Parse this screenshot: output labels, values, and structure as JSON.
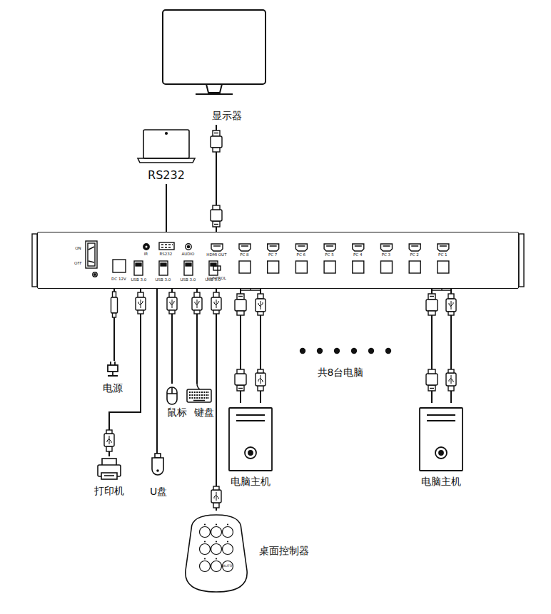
{
  "diagram": {
    "nodes": [
      {
        "text": [
          "显示器"
        ]
      },
      {
        "text": [
          "RS232"
        ]
      },
      {
        "text": [
          "ON",
          "OFF",
          "DC 12V",
          "IR",
          "RS232",
          "AUDIO",
          "USB 3.0",
          "USB 3.0",
          "USB 3.0",
          "USB 3.0",
          "HDMI OUT",
          "CONTROL",
          "PC 8",
          "PC 7",
          "PC 6",
          "PC 5",
          "PC 4",
          "PC 3",
          "PC 2",
          "PC 1"
        ]
      },
      {
        "text": [
          "电源"
        ]
      },
      {
        "text": [
          "打印机"
        ]
      },
      {
        "text": [
          "U盘"
        ]
      },
      {
        "text": [
          "鼠标"
        ]
      },
      {
        "text": [
          "键盘"
        ]
      },
      {
        "text": [
          "电脑主机"
        ]
      },
      {
        "text": [
          "电脑主机"
        ]
      },
      {
        "text": [
          "桌面控制器",
          "AUTO"
        ]
      }
    ],
    "edges": [
      {
        "from": 0,
        "to": 2,
        "arrow": "none"
      },
      {
        "from": 1,
        "to": 2,
        "arrow": "none"
      },
      {
        "from": 2,
        "to": 3,
        "arrow": "none"
      },
      {
        "from": 2,
        "to": 4,
        "arrow": "none"
      },
      {
        "from": 2,
        "to": 5,
        "arrow": "none"
      },
      {
        "from": 2,
        "to": 6,
        "arrow": "none"
      },
      {
        "from": 2,
        "to": 7,
        "arrow": "none"
      },
      {
        "from": 2,
        "to": 8,
        "arrow": "none"
      },
      {
        "from": 2,
        "to": 8,
        "arrow": "none"
      },
      {
        "from": 2,
        "to": 9,
        "arrow": "none"
      },
      {
        "from": 2,
        "to": 9,
        "arrow": "none"
      },
      {
        "from": 2,
        "to": 10,
        "arrow": "none"
      }
    ],
    "labels": [
      "共8台电脑"
    ]
  }
}
